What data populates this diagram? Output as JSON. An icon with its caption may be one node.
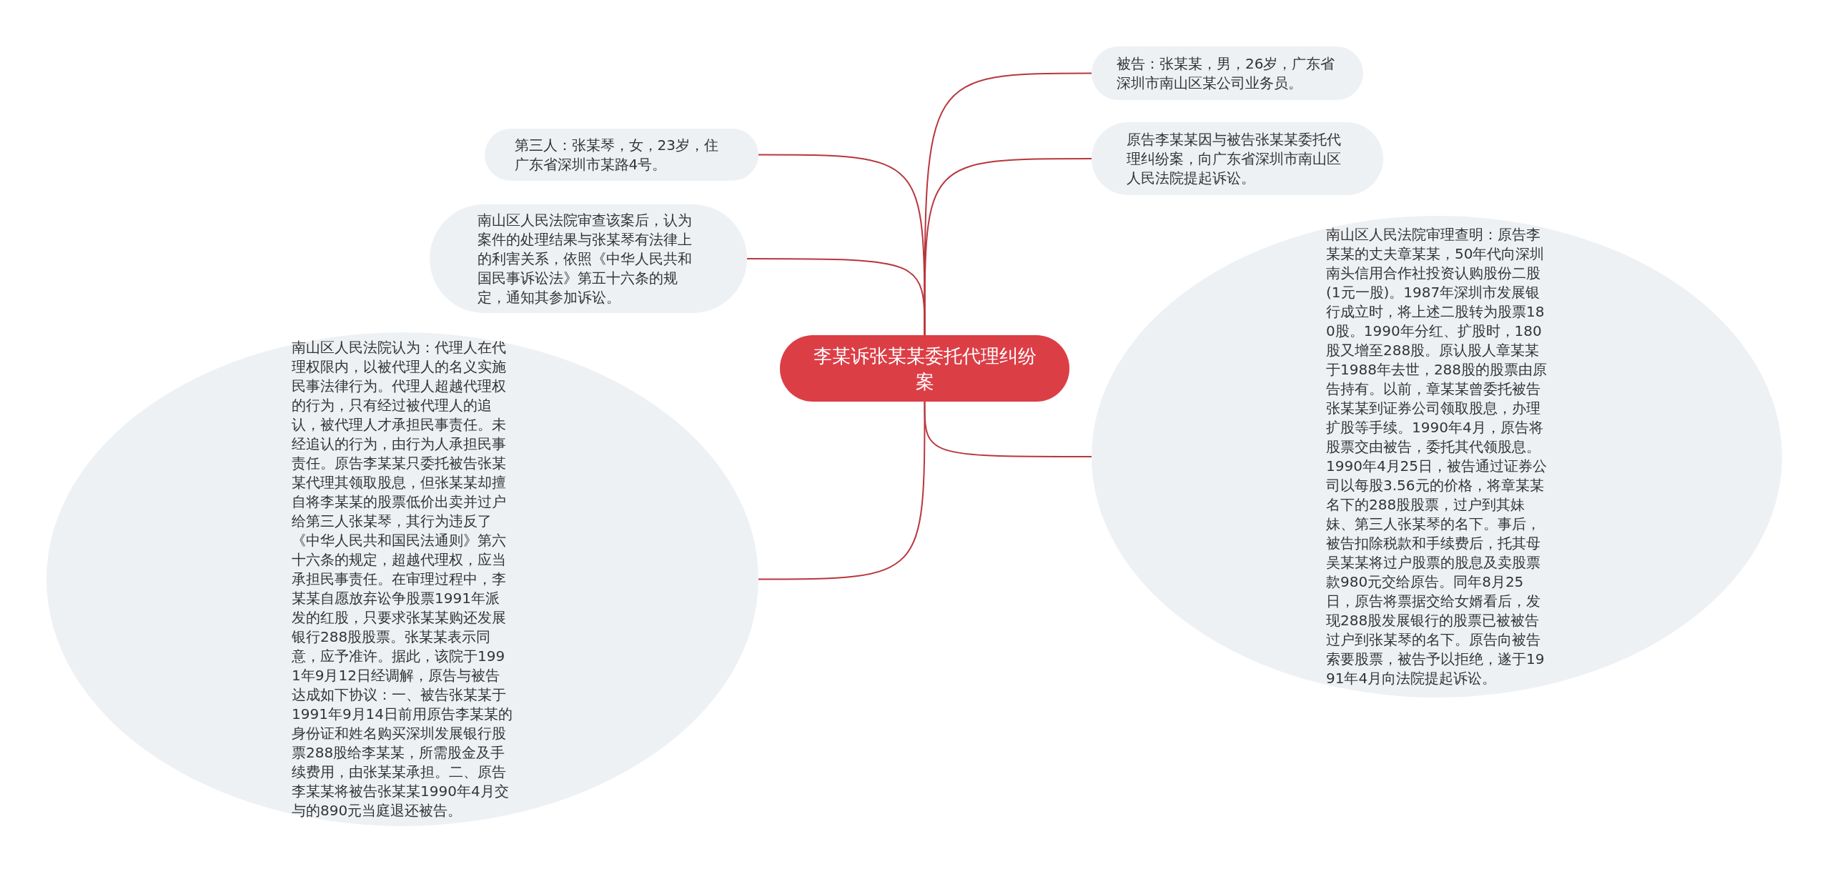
{
  "diagram": {
    "nodes": [
      {
        "text": [
          "李某诉张某某委托代理纠纷案"
        ]
      },
      {
        "text": [
          "被告：张某某，男，26岁，广东省深圳市南山区某公司业务员。"
        ]
      },
      {
        "text": [
          "原告李某某因与被告张某某委托代理纠纷案，向广东省深圳市南山区人民法院提起诉讼。"
        ]
      },
      {
        "text": [
          "第三人：张某琴，女，23岁，住广东省深圳市某路4号。"
        ]
      },
      {
        "text": [
          "南山区人民法院审查该案后，认为案件的处理结果与张某琴有法律上的利害关系，依照《中华人民共和国民事诉讼法》第五十六条的规定，通知其参加诉讼。"
        ]
      },
      {
        "text": [
          "南山区人民法院认为：代理人在代理权限内，以被代理人的名义实施民事法律行为。代理人超越代理权的行为，只有经过被代理人的追认，被代理人才承担民事责任。未经追认的行为，由行为人承担民事责任。原告李某某只委托被告张某某代理其领取股息，但张某某却擅自将李某某的股票低价出卖并过户给第三人张某琴，其行为违反了《中华人民共和国民法通则》第六十六条的规定，超越代理权，应当承担民事责任。在审理过程中，李某某自愿放弃讼争股票1991年派发的红股，只要求张某某购还发展银行288股股票。张某某表示同意，应予准许。据此，该院于1991年9月12日经调解，原告与被告达成如下协议：一、被告张某某于1991年9月14日前用原告李某某的身份证和姓名购买深圳发展银行股票288股给李某某，所需股金及手续费用，由张某某承担。二、原告李某某将被告张某某1990年4月交与的890元当庭退还被告。"
        ]
      },
      {
        "text": [
          "南山区人民法院审理查明：原告李某某的丈夫章某某，50年代向深圳南头信用合作社投资认购股份二股(1元一股)。1987年深圳市发展银行成立时，将上述二股转为股票180股。1990年分红、扩股时，180股又增至288股。原认股人章某某于1988年去世，288股的股票由原告持有。以前，章某某曾委托被告张某某到证券公司领取股息，办理扩股等手续。1990年4月，原告将股票交由被告，委托其代领股息。1990年4月25日，被告通过证券公司以每股3.56元的价格，将章某某名下的288股股票，过户到其妹妹、第三人张某琴的名下。事后，被告扣除税款和手续费后，托其母吴某某将过户股票的股息及卖股票款980元交给原告。同年8月25日，原告将票据交给女婿看后，发现288股发展银行的股票已被被告过户到张某琴的名下。原告向被告索要股票，被告予以拒绝，遂于1991年4月向法院提起诉讼。"
        ]
      }
    ],
    "edges": [
      {
        "from": 0,
        "to": 1,
        "arrow": "none"
      },
      {
        "from": 0,
        "to": 2,
        "arrow": "none"
      },
      {
        "from": 0,
        "to": 3,
        "arrow": "none"
      },
      {
        "from": 0,
        "to": 4,
        "arrow": "none"
      },
      {
        "from": 0,
        "to": 5,
        "arrow": "none"
      },
      {
        "from": 0,
        "to": 6,
        "arrow": "none"
      }
    ]
  }
}
